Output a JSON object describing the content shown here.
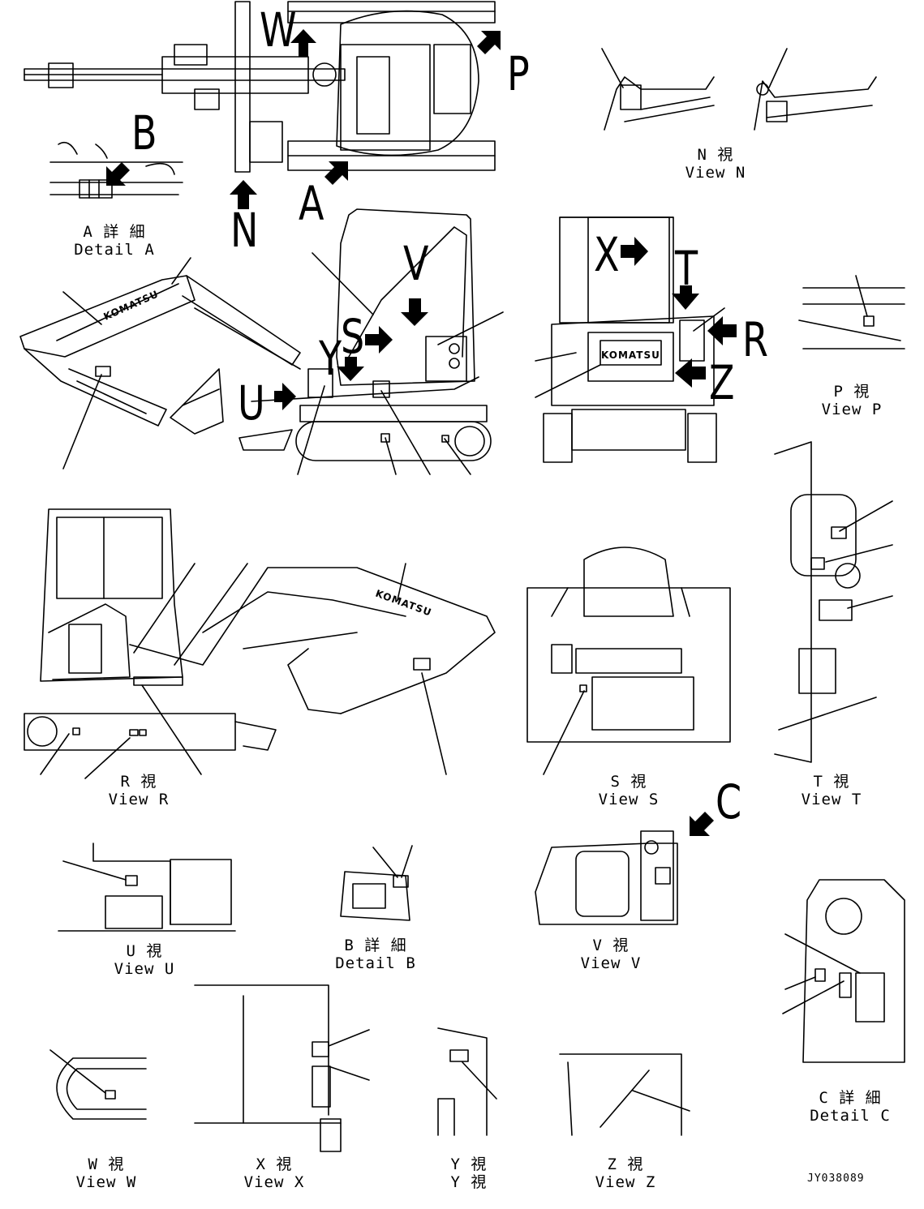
{
  "drawing_code": "JY038089",
  "brand": "KOMATSU",
  "view_letters": {
    "w": "W",
    "p": "P",
    "b": "B",
    "a": "A",
    "n": "N",
    "v": "V",
    "s": "S",
    "y": "Y",
    "u": "U",
    "x": "X",
    "t": "T",
    "r": "R",
    "z": "Z",
    "c": "C"
  },
  "captions": {
    "detail_a": {
      "jp": "A 詳 細",
      "en": "Detail A"
    },
    "view_n": {
      "jp": "N 視",
      "en": "View N"
    },
    "view_p": {
      "jp": "P 視",
      "en": "View P"
    },
    "view_r": {
      "jp": "R 視",
      "en": "View R"
    },
    "view_s": {
      "jp": "S 視",
      "en": "View S"
    },
    "view_t": {
      "jp": "T 視",
      "en": "View T"
    },
    "view_u": {
      "jp": "U 視",
      "en": "View U"
    },
    "detail_b": {
      "jp": "B 詳 細",
      "en": "Detail B"
    },
    "view_v": {
      "jp": "V 視",
      "en": "View V"
    },
    "detail_c": {
      "jp": "C 詳 細",
      "en": "Detail C"
    },
    "view_w": {
      "jp": "W 視",
      "en": "View W"
    },
    "view_x": {
      "jp": "X 視",
      "en": "View X"
    },
    "view_y": {
      "jp": "Y 視",
      "en": "Y 視"
    },
    "view_z": {
      "jp": "Z 視",
      "en": "View Z"
    }
  },
  "colors": {
    "ink": "#000000",
    "paper": "#ffffff"
  }
}
